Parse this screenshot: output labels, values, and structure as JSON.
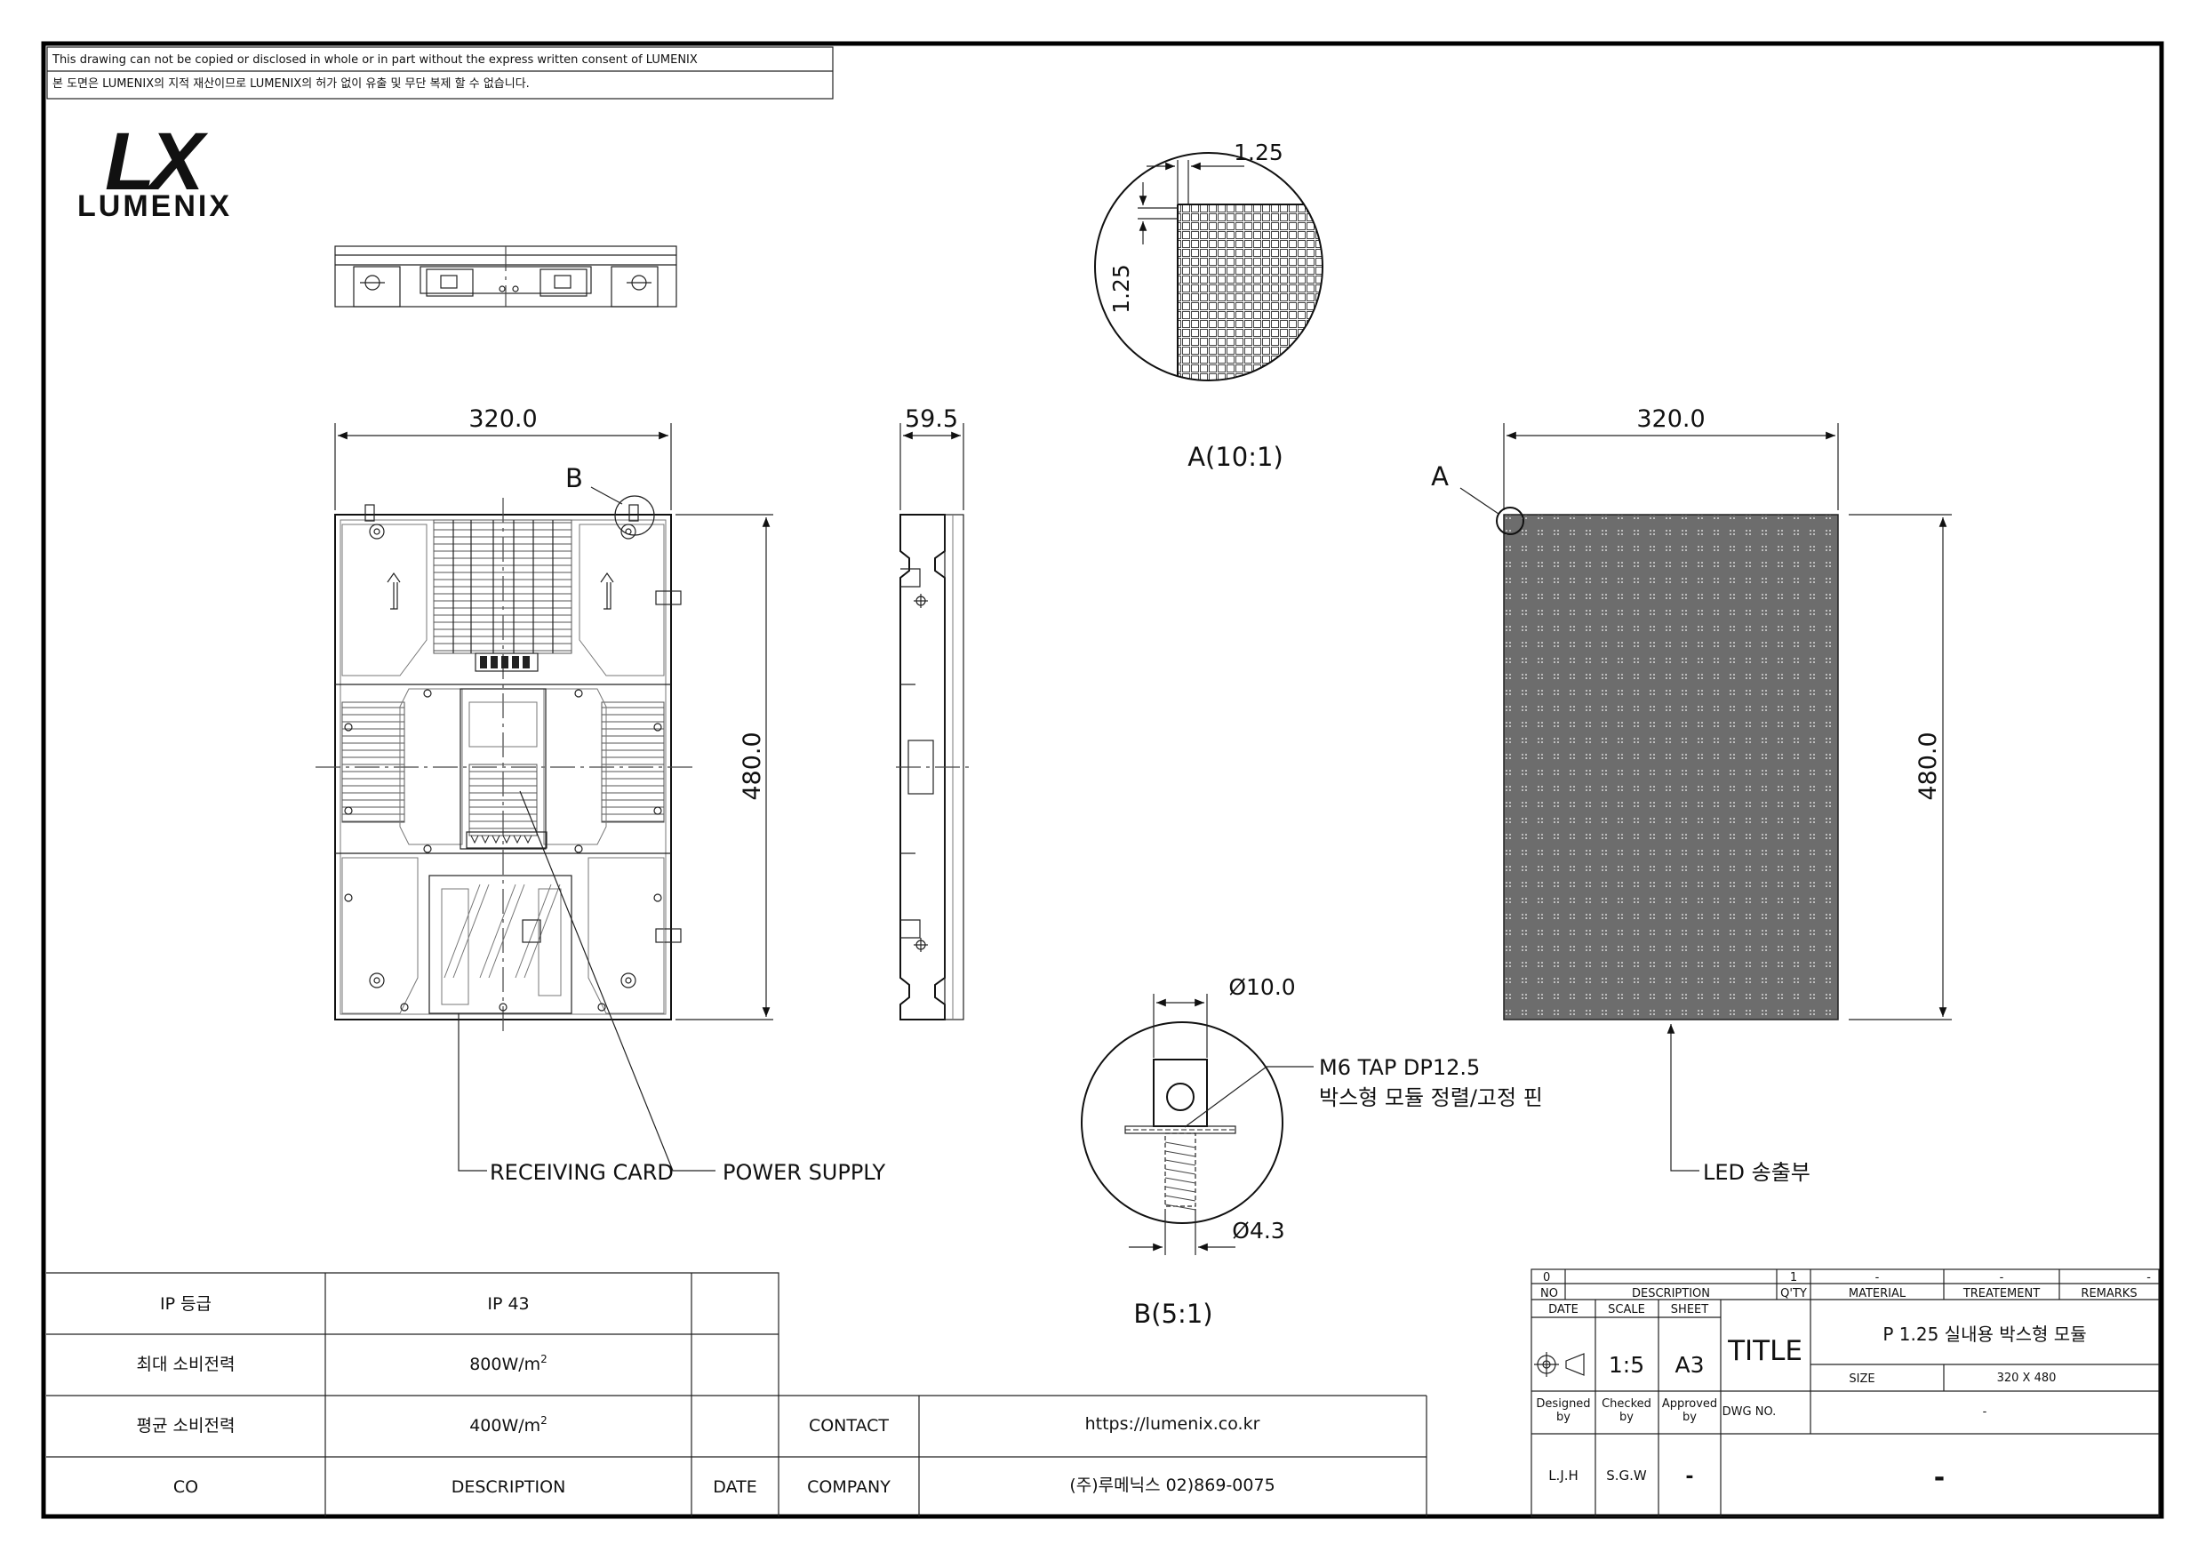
{
  "notice": {
    "line1": "This drawing can not be copied or disclosed in whole or in part without the express written consent of LUMENIX",
    "line2": "본 도면은 LUMENIX의 지적 재산이므로 LUMENIX의 허가 없이 유출 및 무단 복제 할 수 없습니다."
  },
  "logo": {
    "mark": "LX",
    "name": "LUMENIX"
  },
  "back_view": {
    "width_dim": "320.0",
    "height_dim": "480.0",
    "detail_label": "B",
    "callout_receiving": "RECEIVING CARD",
    "callout_power": "POWER SUPPLY"
  },
  "side_view": {
    "depth_dim": "59.5"
  },
  "detail_a": {
    "dim_h": "1.25",
    "dim_v": "1.25",
    "caption": "A(10:1)"
  },
  "detail_b": {
    "dia_top": "Ø10.0",
    "dia_bottom": "Ø4.3",
    "note_line1": "M6 TAP DP12.5",
    "note_line2": "박스형 모듈 정렬/고정 핀",
    "caption": "B(5:1)"
  },
  "front_view": {
    "width_dim": "320.0",
    "height_dim": "480.0",
    "detail_label": "A",
    "callout_led": "LED 송출부"
  },
  "spec_table": {
    "rows": [
      {
        "label": "IP 등급",
        "value": "IP 43",
        "sup": ""
      },
      {
        "label": "최대 소비전력",
        "value": "800W/m",
        "sup": "2"
      },
      {
        "label": "평균 소비전력",
        "value": "400W/m",
        "sup": "2"
      },
      {
        "label": "CO",
        "value": "DESCRIPTION",
        "sup": ""
      }
    ],
    "date_label": "DATE",
    "contact_label": "CONTACT",
    "contact_value": "https://lumenix.co.kr",
    "company_label": "COMPANY",
    "company_value": "(주)루메닉스 02)869-0075"
  },
  "title_block": {
    "rev_no": "0",
    "rev_qty": "1",
    "rev_material": "-",
    "rev_treatment": "-",
    "rev_remarks": "-",
    "hdr_no": "NO",
    "hdr_description": "DESCRIPTION",
    "hdr_qty": "Q'TY",
    "hdr_material": "MATERIAL",
    "hdr_treatment": "TREATEMENT",
    "hdr_remarks": "REMARKS",
    "date_label": "DATE",
    "scale_label": "SCALE",
    "sheet_label": "SHEET",
    "scale_value": "1:5",
    "sheet_value": "A3",
    "title_label": "TITLE",
    "title_value": "P 1.25 실내용 박스형 모듈",
    "size_label": "SIZE",
    "size_value": "320 X 480",
    "designed_line1": "Designed",
    "designed_line2": "by",
    "checked_line1": "Checked",
    "checked_line2": "by",
    "approved_line1": "Approved",
    "approved_line2": "by",
    "dwg_label": "DWG NO.",
    "dwg_value": "-",
    "designer": "L.J.H",
    "checker": "S.G.W",
    "approver": "-",
    "bottom_value": "-"
  }
}
